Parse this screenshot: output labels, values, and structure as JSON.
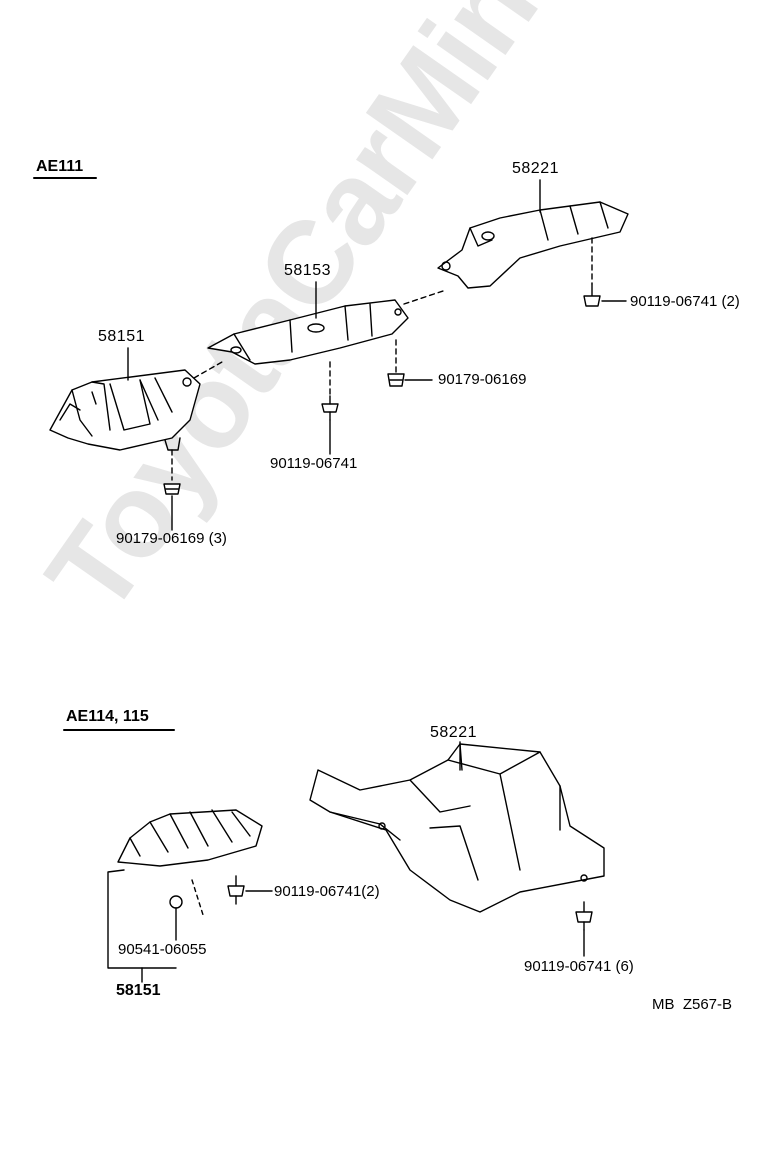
{
  "watermark": "ToyotaCarMine.ru",
  "sections": {
    "upper": {
      "title": "AE111",
      "parts": {
        "p58221": "58221",
        "p58153": "58153",
        "p58151": "58151"
      },
      "fasteners": {
        "bolt_58221": "90119-06741 (2)",
        "nut_58153": "90179-06169",
        "bolt_58153": "90119-06741",
        "nut_58151": "90179-06169 (3)"
      }
    },
    "lower": {
      "title": "AE114, 115",
      "parts": {
        "p58221": "58221",
        "p58151": "58151"
      },
      "fasteners": {
        "bolt_58151": "90119-06741(2)",
        "clip_58151": "90541-06055",
        "bolt_58221": "90119-06741 (6)"
      }
    }
  },
  "figure_code": "MB  Z567-B"
}
